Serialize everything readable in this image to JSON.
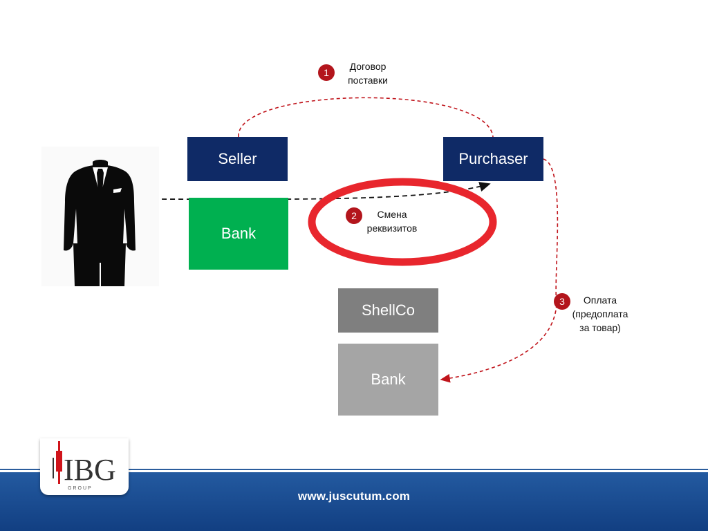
{
  "nodes": {
    "seller": "Seller",
    "purchaser": "Purchaser",
    "seller_bank": "Bank",
    "shellco": "ShellCo",
    "shell_bank": "Bank"
  },
  "steps": [
    {
      "number": "1",
      "line1": "Договор",
      "line2": "поставки",
      "line3": ""
    },
    {
      "number": "2",
      "line1": "Смена",
      "line2": "реквизитов",
      "line3": ""
    },
    {
      "number": "3",
      "line1": "Оплата",
      "line2": "(предоплата",
      "line3": "за товар)"
    }
  ],
  "logo": {
    "text": "IBG",
    "subtext": "GROUP"
  },
  "footer": {
    "url": "www.juscutum.com"
  },
  "colors": {
    "navy": "#0f2a66",
    "green": "#00b050",
    "dark_gray": "#7f7f7f",
    "light_gray": "#a5a5a5",
    "badge_red": "#b3151c",
    "ellipse_red": "#e8262d",
    "footer_blue": "#1a4a8e"
  },
  "icons": {
    "fraudster": "headless-suit-figure-icon"
  }
}
